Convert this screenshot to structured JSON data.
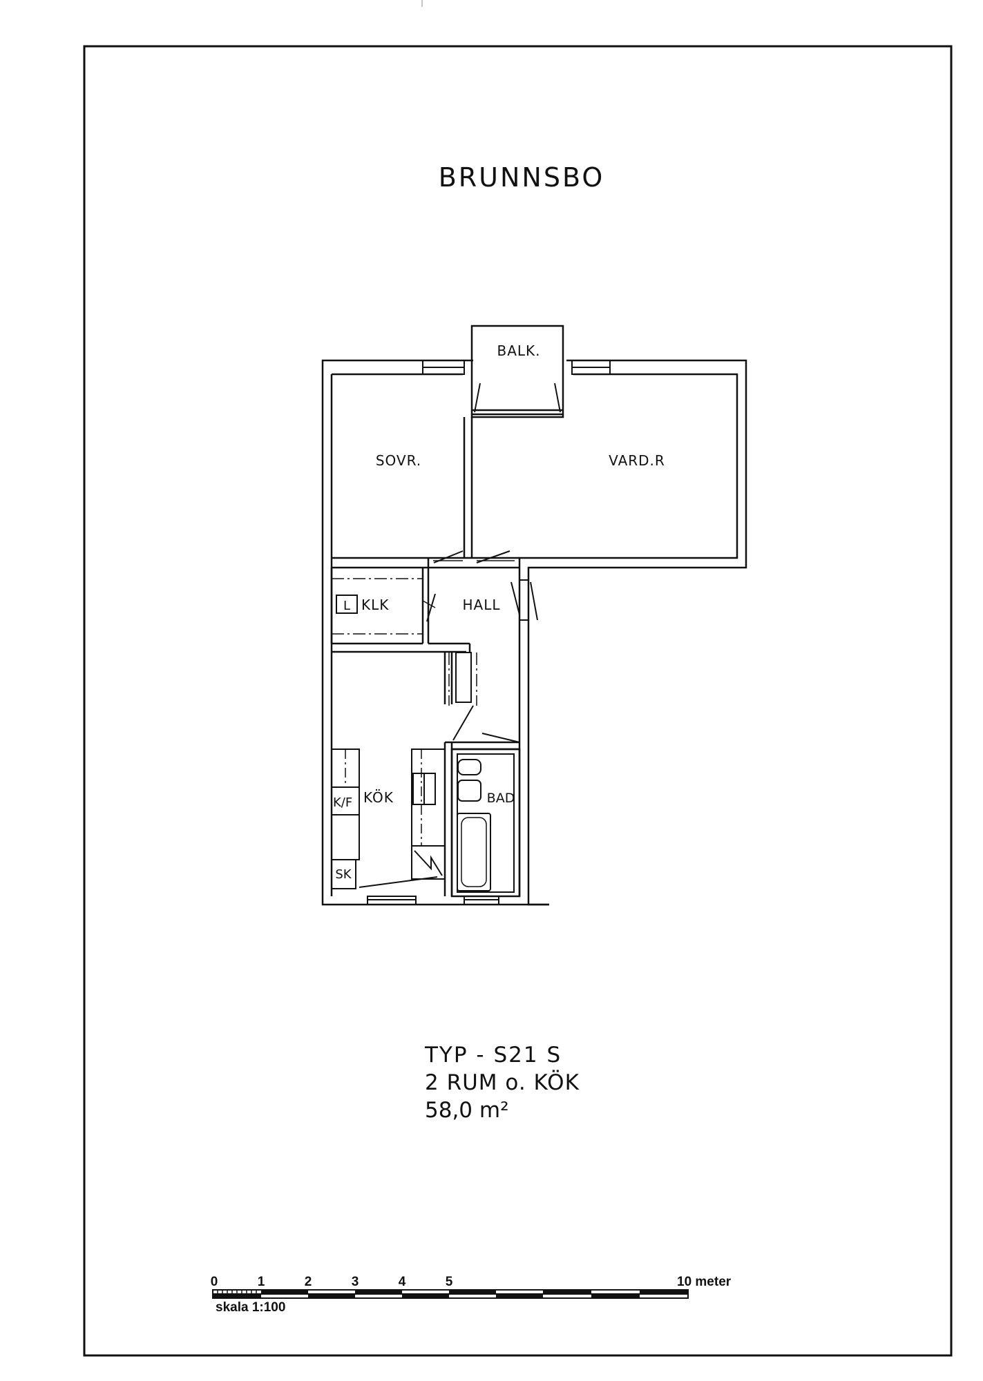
{
  "title": "BRUNNSBO",
  "rooms": {
    "balcony": "BALK.",
    "bedroom": "SOVR.",
    "living": "VARD.R",
    "closet": "KLK",
    "closet_l": "L",
    "hall": "HALL",
    "kitchen": "KÖK",
    "fridge": "K/F",
    "cabinet": "SK",
    "bath": "BAD"
  },
  "info": {
    "type": "TYP - S21 S",
    "rooms": "2 RUM o. KÖK",
    "area": "58,0 m²"
  },
  "scale": {
    "ticks": [
      "0",
      "1",
      "2",
      "3",
      "4",
      "5"
    ],
    "end_label": "10 meter",
    "caption": "skala 1:100"
  }
}
